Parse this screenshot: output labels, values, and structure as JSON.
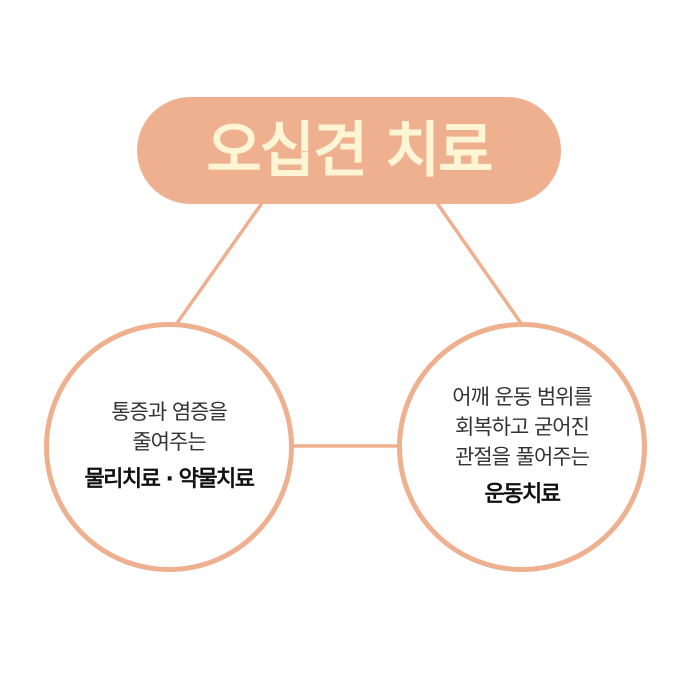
{
  "title": "오십견 치료",
  "colors": {
    "accent": "#efb08f",
    "title_text": "#fdf5d4",
    "body_text": "#333333",
    "label_text": "#111111"
  },
  "left_node": {
    "description_lines": [
      "통증과 염증을",
      "줄여주는"
    ],
    "therapy": "물리치료 · 약물치료"
  },
  "right_node": {
    "description_lines": [
      "어깨 운동 범위를",
      "회복하고 굳어진",
      "관절을 풀어주는"
    ],
    "therapy": "운동치료"
  }
}
